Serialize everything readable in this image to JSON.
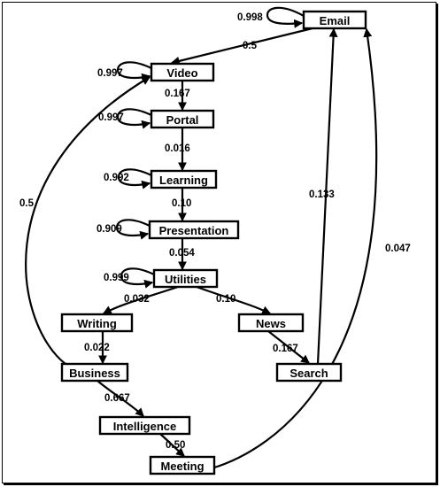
{
  "diagram": {
    "nodes": [
      {
        "id": "email",
        "label": "Email"
      },
      {
        "id": "video",
        "label": "Video"
      },
      {
        "id": "portal",
        "label": "Portal"
      },
      {
        "id": "learning",
        "label": "Learning"
      },
      {
        "id": "presentation",
        "label": "Presentation"
      },
      {
        "id": "utilities",
        "label": "Utilities"
      },
      {
        "id": "writing",
        "label": "Writing"
      },
      {
        "id": "news",
        "label": "News"
      },
      {
        "id": "business",
        "label": "Business"
      },
      {
        "id": "search",
        "label": "Search"
      },
      {
        "id": "intelligence",
        "label": "Intelligence"
      },
      {
        "id": "meeting",
        "label": "Meeting"
      }
    ],
    "edges": [
      {
        "id": "email-self",
        "from": "email",
        "to": "email",
        "label": "0.998"
      },
      {
        "id": "email-video",
        "from": "email",
        "to": "video",
        "label": "0.5"
      },
      {
        "id": "video-self",
        "from": "video",
        "to": "video",
        "label": "0.997"
      },
      {
        "id": "video-portal",
        "from": "video",
        "to": "portal",
        "label": "0.167"
      },
      {
        "id": "portal-self",
        "from": "portal",
        "to": "portal",
        "label": "0.997"
      },
      {
        "id": "portal-learning",
        "from": "portal",
        "to": "learning",
        "label": "0.016"
      },
      {
        "id": "learning-self",
        "from": "learning",
        "to": "learning",
        "label": "0.992"
      },
      {
        "id": "learning-presentation",
        "from": "learning",
        "to": "presentation",
        "label": "0.10"
      },
      {
        "id": "presentation-self",
        "from": "presentation",
        "to": "presentation",
        "label": "0.909"
      },
      {
        "id": "presentation-utilities",
        "from": "presentation",
        "to": "utilities",
        "label": "0.054"
      },
      {
        "id": "utilities-self",
        "from": "utilities",
        "to": "utilities",
        "label": "0.999"
      },
      {
        "id": "utilities-writing",
        "from": "utilities",
        "to": "writing",
        "label": "0.032"
      },
      {
        "id": "utilities-news",
        "from": "utilities",
        "to": "news",
        "label": "0.10"
      },
      {
        "id": "writing-business",
        "from": "writing",
        "to": "business",
        "label": "0.022"
      },
      {
        "id": "news-search",
        "from": "news",
        "to": "search",
        "label": "0.167"
      },
      {
        "id": "business-video",
        "from": "business",
        "to": "video",
        "label": "0.5"
      },
      {
        "id": "business-intelligence",
        "from": "business",
        "to": "intelligence",
        "label": "0.667"
      },
      {
        "id": "search-email",
        "from": "search",
        "to": "email",
        "label": "0.133"
      },
      {
        "id": "intelligence-meeting",
        "from": "intelligence",
        "to": "meeting",
        "label": "0.50"
      },
      {
        "id": "meeting-email",
        "from": "meeting",
        "to": "email",
        "label": "0.047"
      }
    ]
  }
}
